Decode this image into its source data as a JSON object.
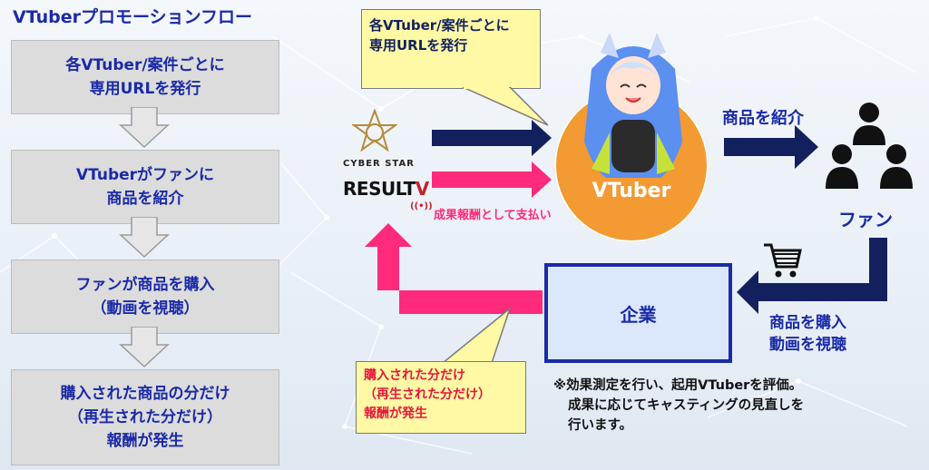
{
  "title": "VTuberプロモーションフロー",
  "steps": [
    {
      "line1": "各VTuber/案件ごとに",
      "line2": "専用URLを発行"
    },
    {
      "line1": "VTuberがファンに",
      "line2": "商品を紹介"
    },
    {
      "line1": "ファンが商品を購入",
      "line2": "（動画を視聴）"
    },
    {
      "line1": "購入された商品の分だけ",
      "line2": "（再生された分だけ）",
      "line3": "報酬が発生"
    }
  ],
  "callout_top": {
    "line1": "各VTuber/案件ごとに",
    "line2": "専用URLを発行"
  },
  "callout_bottom": {
    "line1": "購入された分だけ",
    "line2": "（再生された分だけ）",
    "line3": "報酬が発生"
  },
  "logo": {
    "brand_top": "CYBER STAR",
    "brand_main": "RESULT",
    "brand_v": "V"
  },
  "payment_label": "成果報酬として支払い",
  "vtuber_label": "VTuber",
  "introduce_label": "商品を紹介",
  "fan_label": "ファン",
  "company_label": "企業",
  "purchase_label": {
    "line1": "商品を購入",
    "line2": "動画を視聴"
  },
  "note": {
    "line1": "※効果測定を行い、起用VTuberを評価。",
    "line2": "成果に応じてキャスティングの見直しを",
    "line3": "行います。"
  },
  "icons": [
    "down-arrow-icon",
    "cart-icon",
    "people-icon",
    "logo-star-icon"
  ],
  "colors": {
    "navy": "#12215e",
    "pink": "#ff2a7a",
    "blue_text": "#1a2aa8",
    "orange": "#f39a33",
    "callout": "#fff9a6"
  }
}
